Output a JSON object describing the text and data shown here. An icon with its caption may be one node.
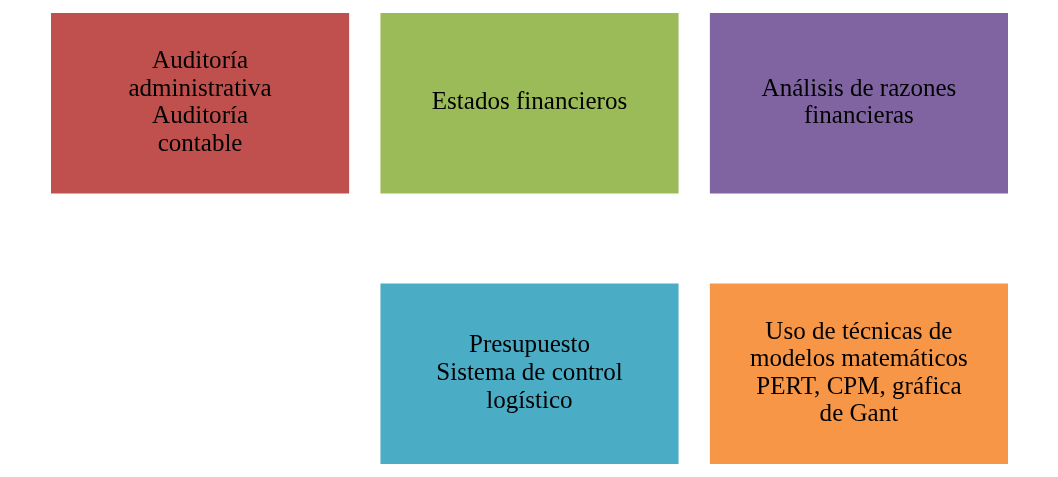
{
  "diagram": {
    "nodes": [
      {
        "text": [
          "Auditoría administrativa",
          "Auditoría contable"
        ]
      },
      {
        "text": [
          "Estados financieros"
        ]
      },
      {
        "text": [
          "Análisis de razones financieras"
        ]
      },
      {
        "text": [
          "Presupuesto",
          "Sistema de control logístico"
        ]
      },
      {
        "text": [
          "Uso de técnicas de modelos matemáticos PERT, CPM, gráfica de Gant"
        ]
      }
    ],
    "edges": []
  }
}
